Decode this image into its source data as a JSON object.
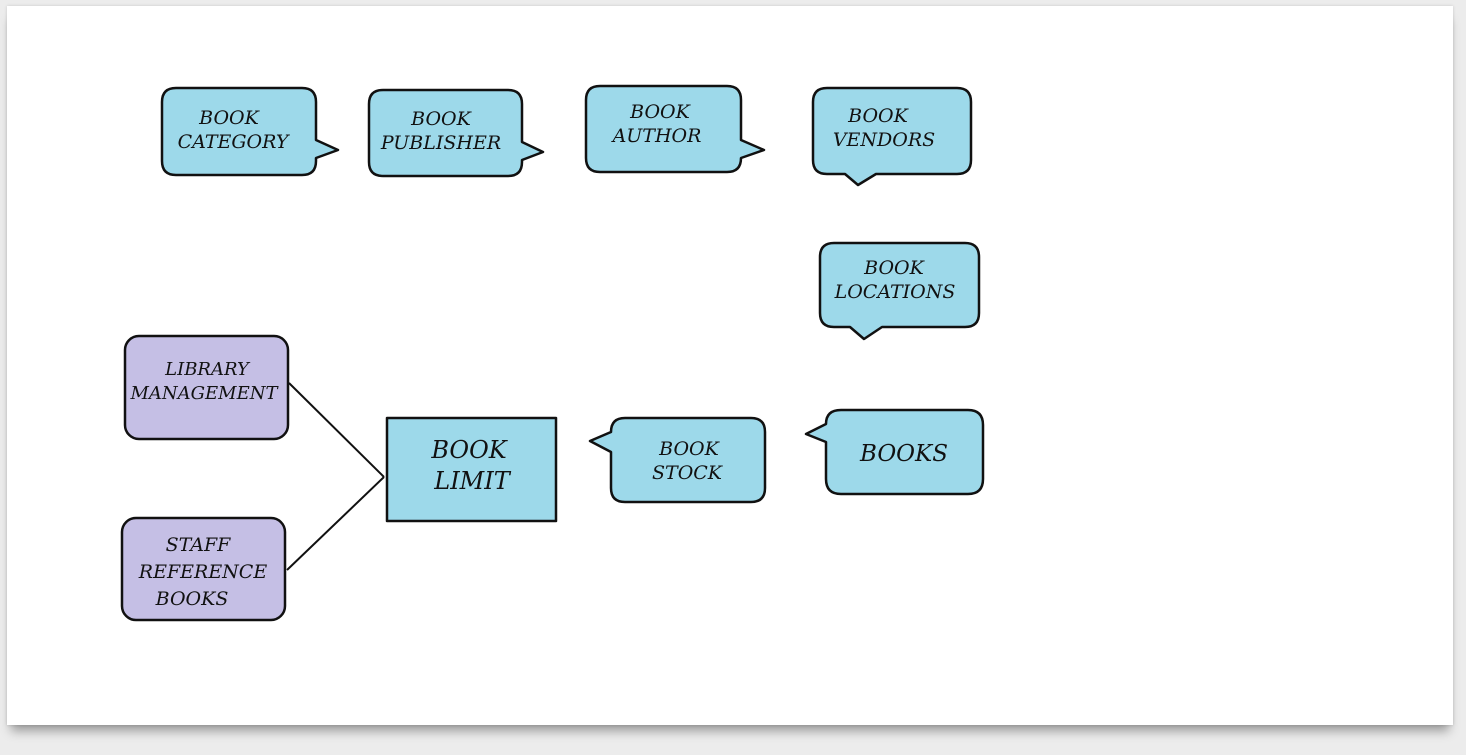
{
  "colors": {
    "callout_fill": "#9dd9ea",
    "purple_fill": "#c5bfe5",
    "outline": "#111111",
    "background": "#ffffff"
  },
  "nodes": {
    "book_category": {
      "line1": "BOOK",
      "line2": "CATEGORY"
    },
    "book_publisher": {
      "line1": "BOOK",
      "line2": "PUBLISHER"
    },
    "book_author": {
      "line1": "BOOK",
      "line2": "AUTHOR"
    },
    "book_vendors": {
      "line1": "BOOK",
      "line2": "VENDORS"
    },
    "book_locations": {
      "line1": "BOOK",
      "line2": "LOCATIONS"
    },
    "books": {
      "line1": "BOOKS"
    },
    "book_stock": {
      "line1": "BOOK",
      "line2": "STOCK"
    },
    "book_limit": {
      "line1": "BOOK",
      "line2": "LIMIT"
    },
    "library_management": {
      "line1": "LIBRARY",
      "line2": "MANAGEMENT"
    },
    "staff_reference_books": {
      "line1": "STAFF",
      "line2": "REFERENCE",
      "line3": "BOOKS"
    }
  }
}
